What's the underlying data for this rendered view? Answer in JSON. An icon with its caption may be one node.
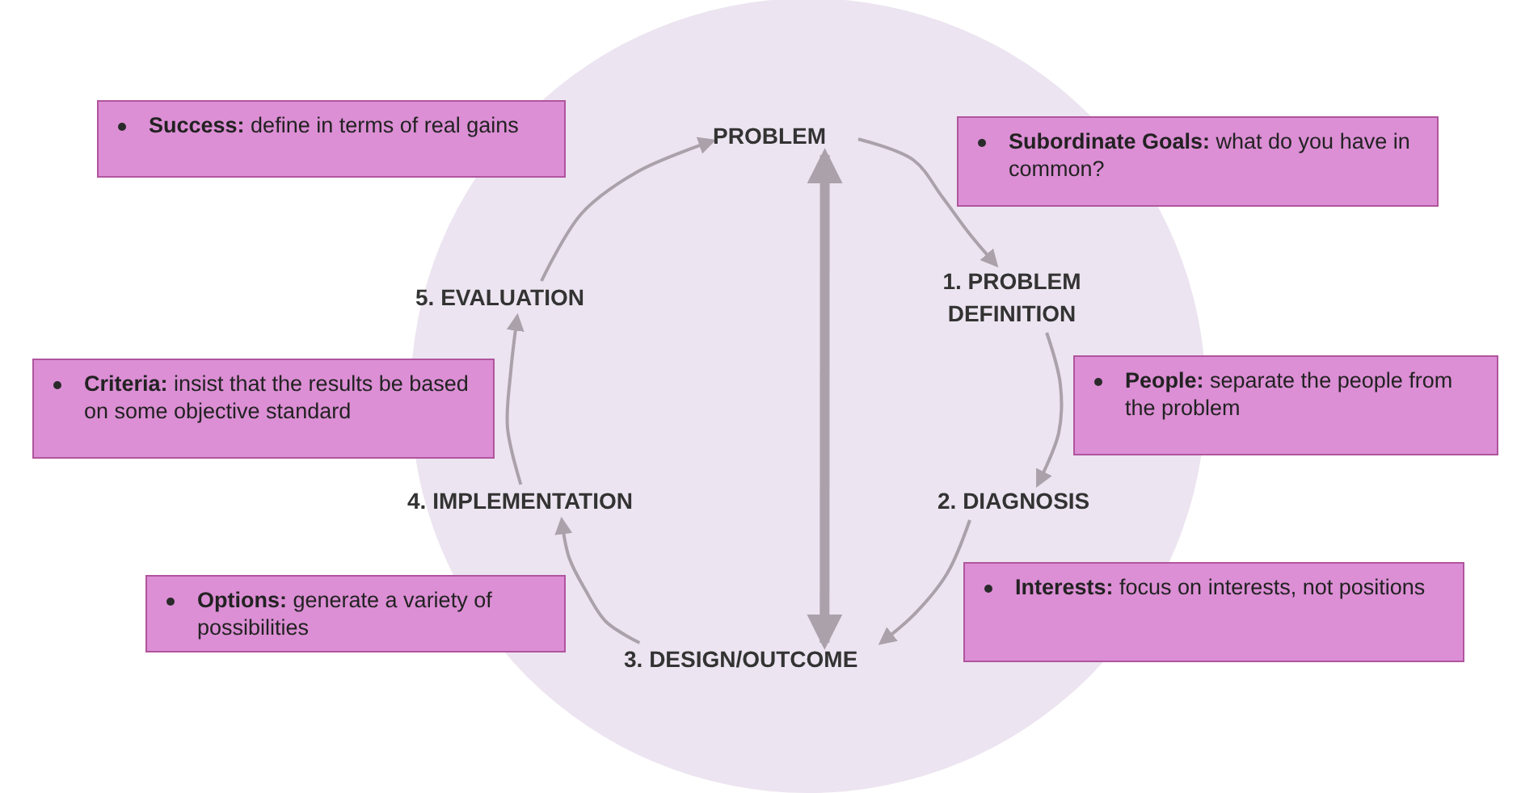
{
  "diagram": {
    "nodes": [
      {
        "text": [
          "**Success:** define in terms of real gains"
        ]
      },
      {
        "text": [
          "PROBLEM"
        ]
      },
      {
        "text": [
          "**Subordinate Goals:** what do you have in common?"
        ]
      },
      {
        "text": [
          "5. EVALUATION"
        ]
      },
      {
        "text": [
          "1. PROBLEM DEFINITION"
        ]
      },
      {
        "text": [
          "**Criteria:** insist that the results be based on some objective standard"
        ]
      },
      {
        "text": [
          "**People:** separate the people from the problem"
        ]
      },
      {
        "text": [
          "4. IMPLEMENTATION"
        ]
      },
      {
        "text": [
          "2. DIAGNOSIS"
        ]
      },
      {
        "text": [
          "**Options:** generate a variety of possibilities"
        ]
      },
      {
        "text": [
          "**Interests:** focus on interests, not positions"
        ]
      },
      {
        "text": [
          "3. DESIGN/OUTCOME"
        ]
      }
    ],
    "edges": [
      {
        "from": 1,
        "to": 4,
        "arrow": "to"
      },
      {
        "from": 4,
        "to": 8,
        "arrow": "to"
      },
      {
        "from": 8,
        "to": 11,
        "arrow": "to"
      },
      {
        "from": 11,
        "to": 7,
        "arrow": "to"
      },
      {
        "from": 7,
        "to": 3,
        "arrow": "to"
      },
      {
        "from": 3,
        "to": 1,
        "arrow": "to"
      },
      {
        "from": 1,
        "to": 11,
        "arrow": "both",
        "style": "thick"
      }
    ]
  }
}
